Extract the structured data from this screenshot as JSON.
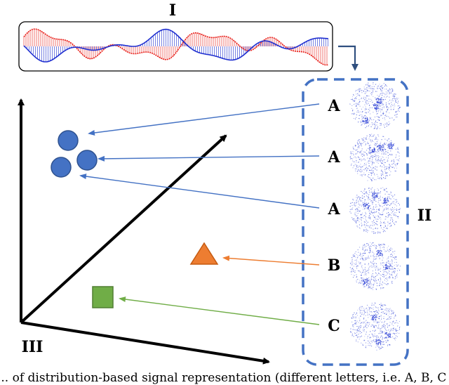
{
  "labels": {
    "panel_1": "I",
    "panel_2": "II",
    "panel_3": "III"
  },
  "classes": [
    {
      "letter": "A",
      "shape": "circle",
      "color": "#4472C4"
    },
    {
      "letter": "A",
      "shape": "circle",
      "color": "#4472C4"
    },
    {
      "letter": "A",
      "shape": "circle",
      "color": "#4472C4"
    },
    {
      "letter": "B",
      "shape": "triangle",
      "color": "#ED7D31"
    },
    {
      "letter": "C",
      "shape": "square",
      "color": "#70AD47"
    }
  ],
  "colors": {
    "signal_red": "#E8201A",
    "signal_blue": "#1F2FD0",
    "dashed_box": "#4472C4",
    "scatter_dots": "#3A4DD8",
    "axes": "#000000"
  },
  "caption": "... of distribution-based signal representation (different letters, i.e. A, B, C ..."
}
